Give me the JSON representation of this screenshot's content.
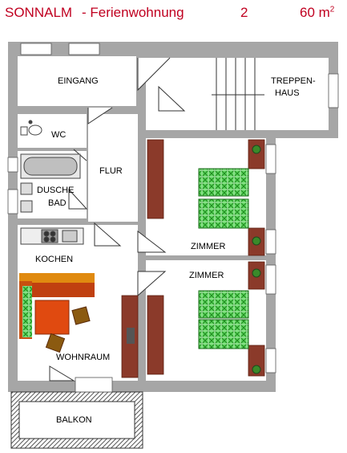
{
  "title": {
    "name": "SONNALM",
    "subtitle": "- Ferienwohnung",
    "number": "2",
    "area": "60 m",
    "area_sup": "2"
  },
  "rooms": {
    "eingang": "EINGANG",
    "treppenhaus_1": "TREPPEN-",
    "treppenhaus_2": "HAUS",
    "wc": "WC",
    "flur": "FLUR",
    "dusche": "DUSCHE",
    "bad": "BAD",
    "kochen": "KOCHEN",
    "zimmer_1": "ZIMMER",
    "zimmer_2": "ZIMMER",
    "wohnraum": "WOHNRAUM",
    "balkon": "BALKON"
  },
  "colors": {
    "wall": "#a6a6a6",
    "title": "#c00020",
    "furniture_brown": "#8b3a2a",
    "bed_green": "#3cb83c",
    "sofa_orange": "#e05a10",
    "balcony_hatch": "#555555"
  }
}
